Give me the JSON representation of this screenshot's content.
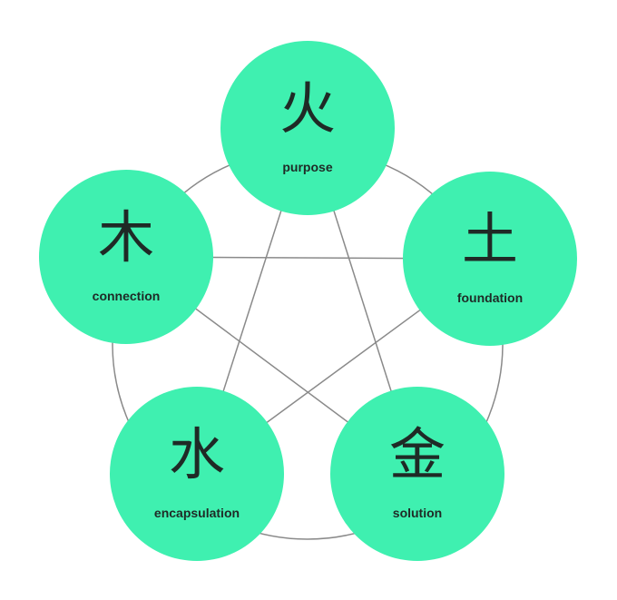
{
  "diagram": {
    "nodes": [
      {
        "id": "fire",
        "glyph": "火",
        "label": "purpose"
      },
      {
        "id": "earth",
        "glyph": "土",
        "label": "foundation"
      },
      {
        "id": "metal",
        "glyph": "金",
        "label": "solution"
      },
      {
        "id": "water",
        "glyph": "水",
        "label": "encapsulation"
      },
      {
        "id": "wood",
        "glyph": "木",
        "label": "connection"
      }
    ],
    "colors": {
      "node_fill": "#3ff0b0",
      "text": "#1f2a26",
      "line": "#8a8a8a"
    }
  }
}
